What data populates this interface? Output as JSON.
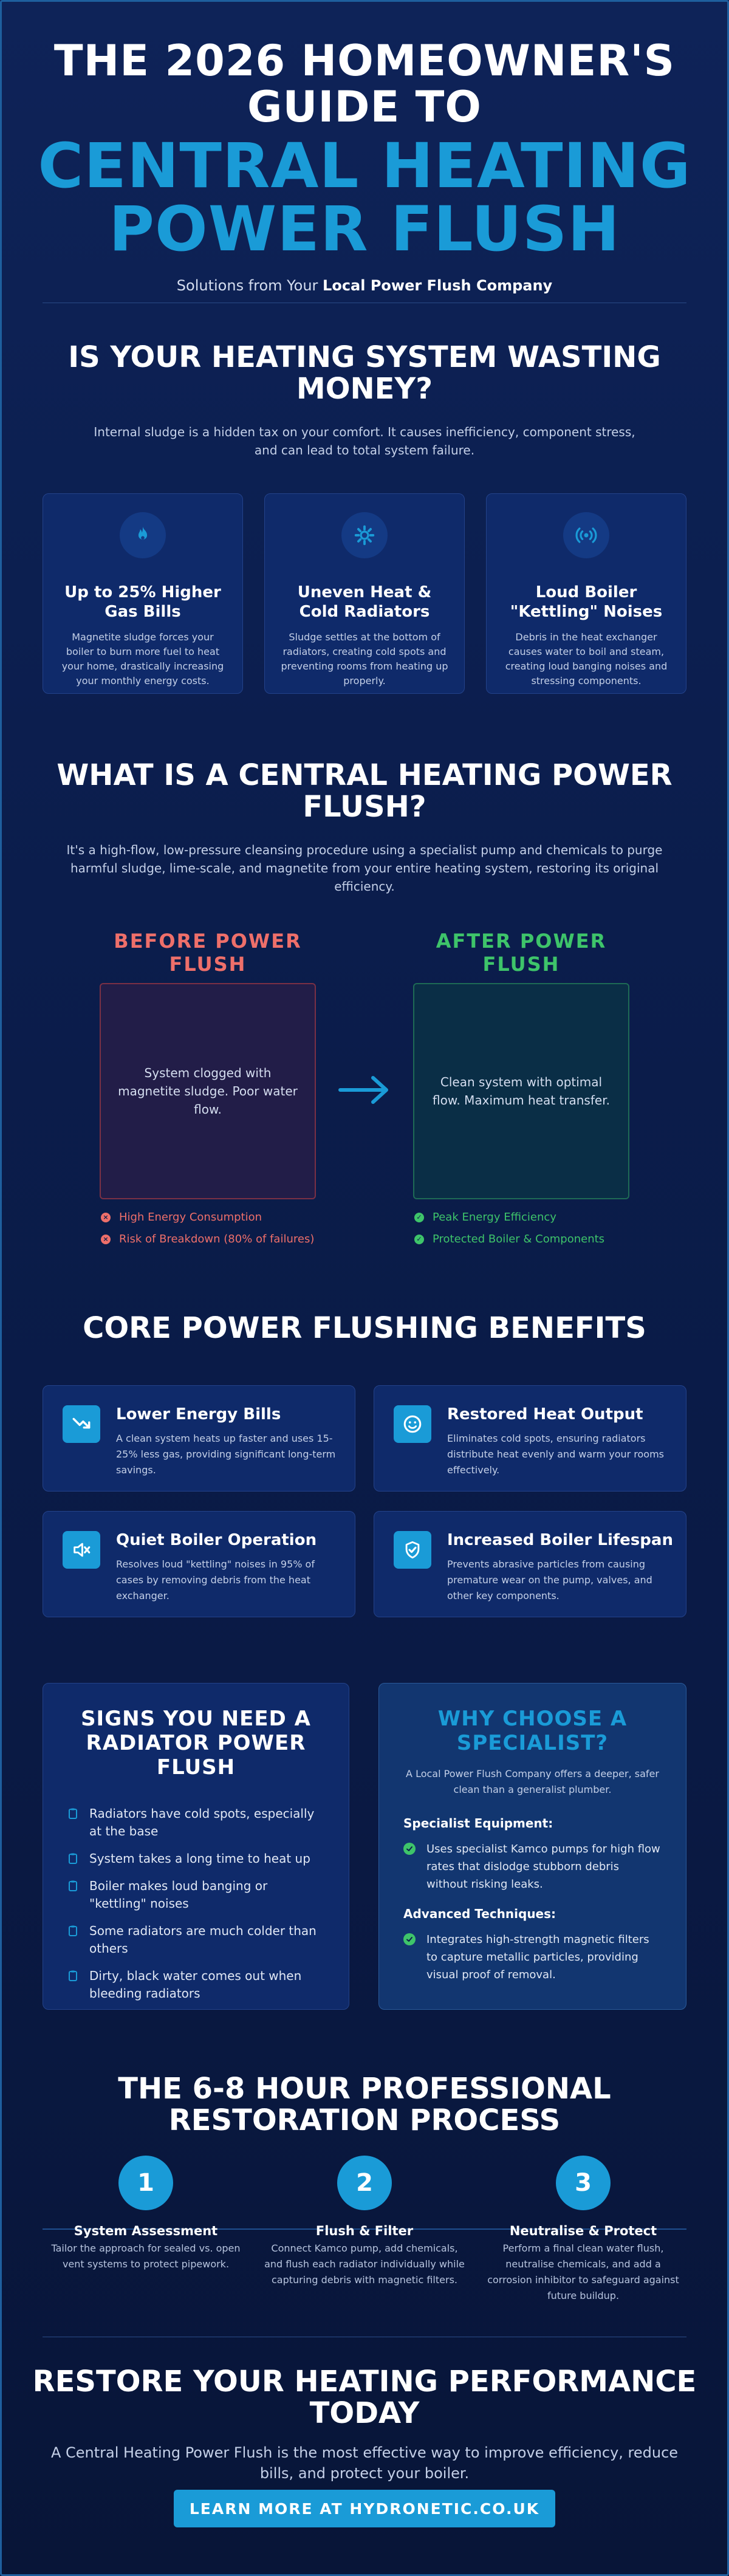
{
  "hero": {
    "title_line1": "THE 2026 HOMEOWNER'S",
    "title_line2": "GUIDE TO",
    "title_accent1": "CENTRAL HEATING",
    "title_accent2": "POWER FLUSH",
    "subtitle_prefix": "Solutions from Your ",
    "subtitle_bold": "Local Power Flush Company"
  },
  "problem": {
    "title_line1": "IS YOUR HEATING SYSTEM WASTING",
    "title_line2": "MONEY?",
    "lead_line1": "Internal sludge is a hidden tax on your comfort. It causes inefficiency, component stress,",
    "lead_line2": "and can lead to total system failure.",
    "cards": [
      {
        "icon": "fire-icon",
        "title1": "Up to 25% Higher",
        "title2": "Gas Bills",
        "text": "Magnetite sludge forces your boiler to burn more fuel to heat your home, drastically increasing your monthly energy costs."
      },
      {
        "icon": "gear-icon",
        "title1": "Uneven Heat &",
        "title2": "Cold Radiators",
        "text": "Sludge settles at the bottom of radiators, creating cold spots and preventing rooms from heating up properly."
      },
      {
        "icon": "sound-wave-icon",
        "title1": "Loud Boiler",
        "title2": "\"Kettling\" Noises",
        "text": "Debris in the heat exchanger causes water to boil and steam, creating loud banging noises and stressing components."
      }
    ]
  },
  "what": {
    "title_line1": "WHAT IS A CENTRAL HEATING POWER",
    "title_line2": "FLUSH?",
    "lead": "It's a high-flow, low-pressure cleansing procedure using a specialist pump and chemicals to purge harmful sludge, lime-scale, and magnetite from your entire heating system, restoring its original efficiency.",
    "before": {
      "head1": "BEFORE POWER",
      "head2": "FLUSH",
      "box": "System clogged with magnetite sludge. Poor water flow.",
      "items": [
        "High Energy Consumption",
        "Risk of Breakdown (80% of failures)"
      ]
    },
    "after": {
      "head1": "AFTER POWER",
      "head2": "FLUSH",
      "box": "Clean system with optimal flow. Maximum heat transfer.",
      "items": [
        "Peak Energy Efficiency",
        "Protected Boiler & Components"
      ]
    },
    "colors": {
      "before": "#ee6f6a",
      "after": "#3ec46a",
      "arrow": "#1a9bd7"
    }
  },
  "benefits": {
    "title": "CORE POWER FLUSHING BENEFITS",
    "items": [
      {
        "icon": "trend-down-icon",
        "title": "Lower Energy Bills",
        "text": "A clean system heats up faster and uses 15-25% less gas, providing significant long-term savings."
      },
      {
        "icon": "smile-icon",
        "title": "Restored Heat Output",
        "text": "Eliminates cold spots, ensuring radiators distribute heat evenly and warm your rooms effectively."
      },
      {
        "icon": "mute-icon",
        "title": "Quiet Boiler Operation",
        "text": "Resolves loud \"kettling\" noises in 95% of cases by removing debris from the heat exchanger."
      },
      {
        "icon": "shield-check-icon",
        "title": "Increased Boiler Lifespan",
        "text": "Prevents abrasive particles from causing premature wear on the pump, valves, and other key components."
      }
    ]
  },
  "signs": {
    "title_line1": "SIGNS YOU NEED A",
    "title_line2": "RADIATOR POWER",
    "title_line3": "FLUSH",
    "items": [
      "Radiators have cold spots, especially at the base",
      "System takes a long time to heat up",
      "Boiler makes loud banging or \"kettling\" noises",
      "Some radiators are much colder than others",
      "Dirty, black water comes out when bleeding radiators"
    ]
  },
  "why": {
    "title_line1": "WHY CHOOSE A",
    "title_line2": "SPECIALIST?",
    "lead": "A Local Power Flush Company offers a deeper, safer clean than a generalist plumber.",
    "equipment_label": "Specialist Equipment:",
    "equipment_text": "Uses specialist Kamco pumps for high flow rates that dislodge stubborn debris without risking leaks.",
    "techniques_label": "Advanced Techniques:",
    "techniques_text": "Integrates high-strength magnetic filters to capture metallic particles, providing visual proof of removal."
  },
  "process": {
    "title_line1": "THE 6-8 HOUR PROFESSIONAL",
    "title_line2": "RESTORATION PROCESS",
    "steps": [
      {
        "num": "1",
        "title": "System Assessment",
        "text": "Tailor the approach for sealed vs. open vent systems to protect pipework."
      },
      {
        "num": "2",
        "title": "Flush & Filter",
        "text": "Connect Kamco pump, add chemicals, and flush each radiator individually while capturing debris with magnetic filters."
      },
      {
        "num": "3",
        "title": "Neutralise & Protect",
        "text": "Perform a final clean water flush, neutralise chemicals, and add a corrosion inhibitor to safeguard against future buildup."
      }
    ]
  },
  "cta": {
    "title_line1": "RESTORE YOUR HEATING PERFORMANCE",
    "title_line2": "TODAY",
    "lead": "A Central Heating Power Flush is the most effective way to improve efficiency, reduce bills, and protect your boiler.",
    "button": "LEARN MORE AT HYDRONETIC.CO.UK"
  }
}
